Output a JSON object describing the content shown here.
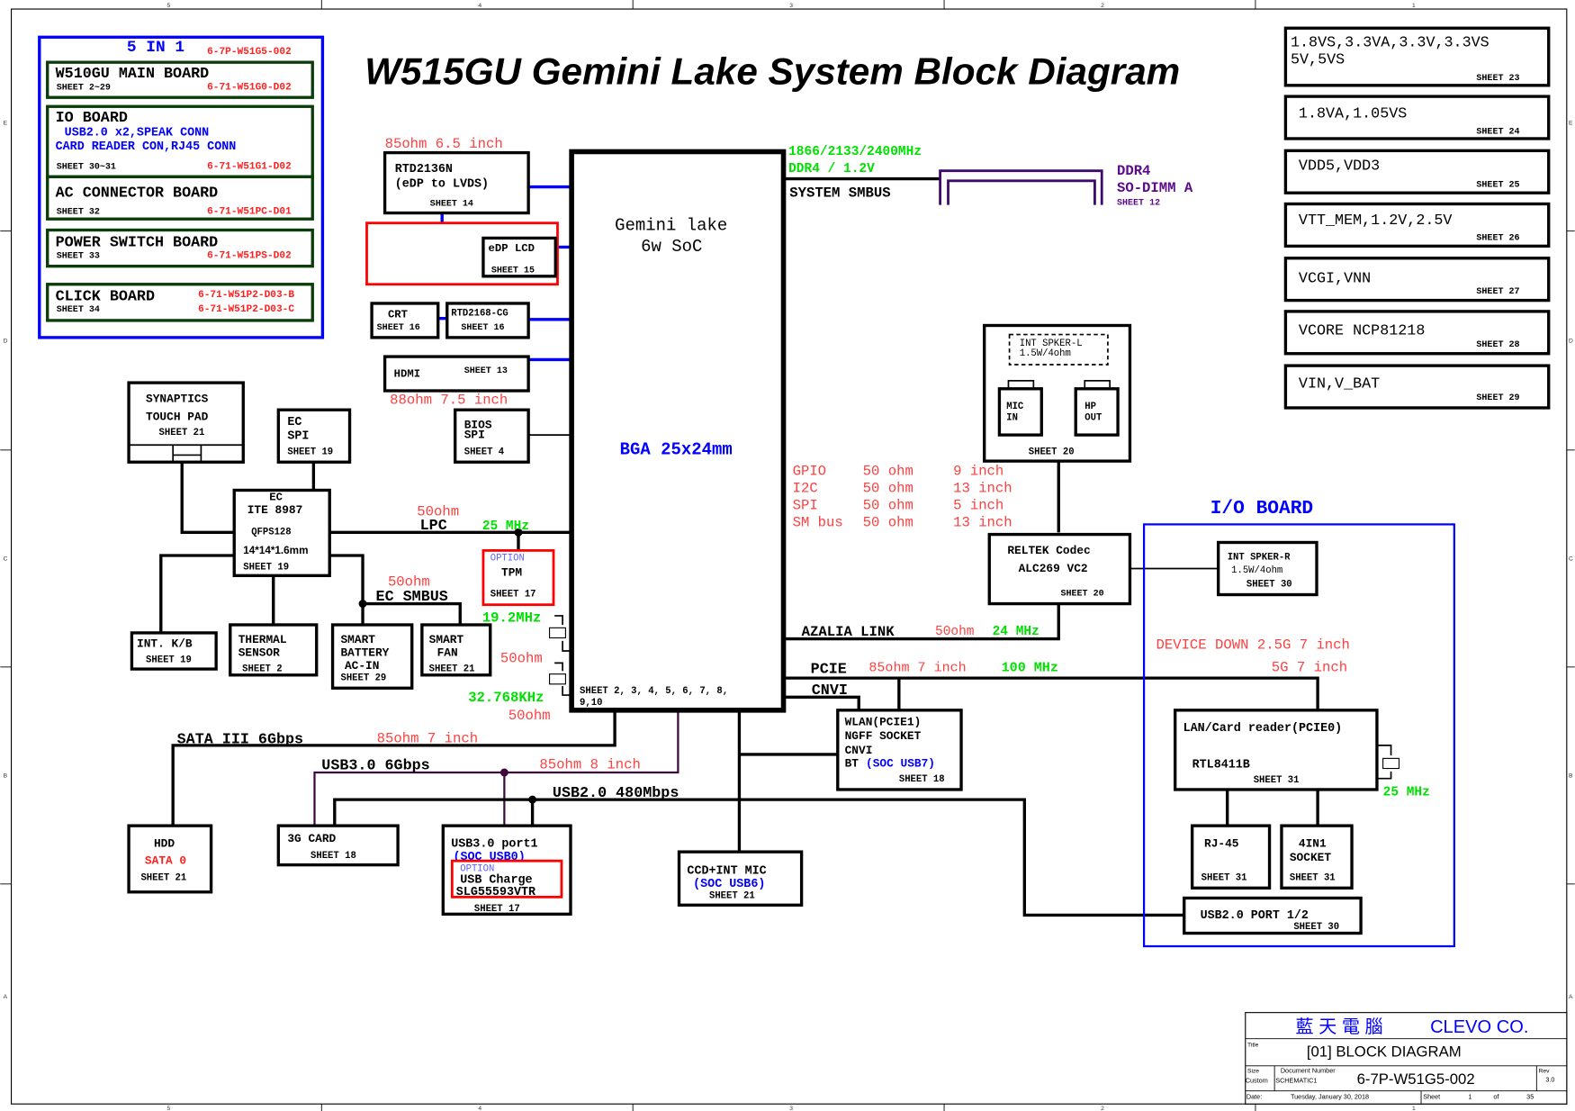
{
  "title": "W515GU Gemini Lake System Block Diagram",
  "frame": {
    "col_labels": [
      "5",
      "4",
      "3",
      "2",
      "1"
    ],
    "row_labels": [
      "E",
      "D",
      "C",
      "B",
      "A"
    ]
  },
  "five_in_one": {
    "heading": "5 IN 1",
    "part": "6-7P-W51G5-002",
    "boards": [
      {
        "name": "W510GU MAIN BOARD",
        "sheet": "SHEET 2~29",
        "part": "6-71-W51G0-D02"
      },
      {
        "name": "IO BOARD",
        "sub1": "USB2.0 x2,SPEAK CONN",
        "sub2": "CARD READER CON,RJ45 CONN",
        "sheet": "SHEET 30~31",
        "part": "6-71-W51G1-D02"
      },
      {
        "name": "AC CONNECTOR BOARD",
        "sheet": "SHEET 32",
        "part": "6-71-W51PC-D01"
      },
      {
        "name": "POWER SWITCH BOARD",
        "sheet": "SHEET 33",
        "part": "6-71-W51PS-D02"
      },
      {
        "name": "CLICK BOARD",
        "sheet": "SHEET 34",
        "part": "6-71-W51P2-D03-B",
        "part2": "6-71-W51P2-D03-C"
      }
    ]
  },
  "power": [
    {
      "label": "1.8VS,3.3VA,3.3V,3.3VS",
      "label2": "5V,5VS",
      "sheet": "SHEET 23"
    },
    {
      "label": "1.8VA,1.05VS",
      "sheet": "SHEET 24"
    },
    {
      "label": "VDD5,VDD3",
      "sheet": "SHEET 25"
    },
    {
      "label": "VTT_MEM,1.2V,2.5V",
      "sheet": "SHEET 26"
    },
    {
      "label": "VCGI,VNN",
      "sheet": "SHEET 27"
    },
    {
      "label": "VCORE NCP81218",
      "sheet": "SHEET 28"
    },
    {
      "label": "VIN,V_BAT",
      "sheet": "SHEET 29"
    }
  ],
  "soc": {
    "line1": "Gemini lake",
    "line2": "6w  SoC",
    "package": "BGA 25x24mm",
    "sheet1": "SHEET 2, 3, 4, 5, 6, 7, 8,",
    "sheet2": "9,10"
  },
  "display": {
    "rtd2136_imp": "85ohm 6.5 inch",
    "rtd2136_l1": "RTD2136N",
    "rtd2136_l2": "(eDP to LVDS)",
    "rtd2136_sheet": "SHEET 14",
    "edp_label": "eDP LCD",
    "edp_sheet": "SHEET 15",
    "crt_label": "CRT",
    "crt_sheet": "SHEET 16",
    "rtd2168_label": "RTD2168-CG",
    "rtd2168_sheet": "SHEET 16",
    "hdmi_label": "HDMI",
    "hdmi_sheet": "SHEET 13",
    "hdmi_imp": "88ohm  7.5 inch"
  },
  "memory": {
    "freq": "1866/2133/2400MHz",
    "type": "DDR4 / 1.2V",
    "smbus": "SYSTEM SMBUS",
    "dimm1": "DDR4",
    "dimm2": "SO-DIMM A",
    "dimm_sheet": "SHEET 12"
  },
  "audio": {
    "spk_l1": "INT SPKER-L",
    "spk_l2": "1.5W/4ohm",
    "mic1": "MIC",
    "mic2": "IN",
    "hp1": "HP",
    "hp2": "OUT",
    "jack_sheet": "SHEET 20",
    "codec1": "RELTEK Codec",
    "codec2": "ALC269 VC2",
    "codec_sheet": "SHEET 20",
    "azalia": "AZALIA LINK",
    "azalia_imp": "50ohm",
    "azalia_freq": "24 MHz"
  },
  "impedance_table": [
    {
      "bus": "GPIO",
      "imp": "50 ohm",
      "len": "9 inch"
    },
    {
      "bus": "I2C",
      "imp": "50 ohm",
      "len": "13 inch"
    },
    {
      "bus": "SPI",
      "imp": "50 ohm",
      "len": "5 inch"
    },
    {
      "bus": "SM bus",
      "imp": "50 ohm",
      "len": "13 inch"
    }
  ],
  "ec": {
    "tp1": "SYNAPTICS",
    "tp2": "TOUCH PAD",
    "tp_sheet": "SHEET 21",
    "ecspi1": "EC",
    "ecspi2": "SPI",
    "ecspi_sheet": "SHEET 19",
    "bios1": "BIOS",
    "bios2": "SPI",
    "bios_sheet": "SHEET 4",
    "ec1": "EC",
    "ec2": "ITE 8987",
    "ec3": "QFPS128",
    "ec4": "14*14*1.6mm",
    "ec_sheet": "SHEET 19",
    "lpc_imp": "50ohm",
    "lpc": "LPC",
    "lpc_freq": "25 MHz",
    "tpm_opt": "OPTION",
    "tpm": "TPM",
    "tpm_sheet": "SHEET 17",
    "xtal1": "19.2MHz",
    "xtal_imp1": "50ohm",
    "xtal2": "32.768KHz",
    "xtal_imp2": "50ohm",
    "smbus_imp": "50ohm",
    "smbus": "EC SMBUS",
    "kb1": "INT. K/B",
    "kb_sheet": "SHEET 19",
    "th1": "THERMAL",
    "th2": "SENSOR",
    "th_sheet": "SHEET 2",
    "bat1": "SMART",
    "bat2": "BATTERY",
    "bat3": "AC-IN",
    "bat_sheet": "SHEET 29",
    "fan1": "SMART",
    "fan2": "FAN",
    "fan_sheet": "SHEET 21"
  },
  "storage_usb": {
    "sata": "SATA III 6Gbps",
    "sata_imp": "85ohm  7 inch",
    "usb3": "USB3.0 6Gbps",
    "usb3_imp": "85ohm  8 inch",
    "usb2": "USB2.0 480Mbps",
    "hdd1": "HDD",
    "hdd2": "SATA 0",
    "hdd_sheet": "SHEET 21",
    "card3g": "3G CARD",
    "card3g_sheet": "SHEET 18",
    "usb3p1": "USB3.0 port1",
    "usb3p2": "(SOC USB0)",
    "chg_opt": "OPTION",
    "chg1": "USB Charge",
    "chg2": "SLG55593VTR",
    "usb3p_sheet": "SHEET 17",
    "ccd1": "CCD+INT MIC",
    "ccd2": "(SOC USB6)",
    "ccd_sheet": "SHEET 21"
  },
  "pcie": {
    "pcie": "PCIE",
    "pcie_imp": "85ohm 7 inch",
    "pcie_freq": "100 MHz",
    "cnvi": "CNVI",
    "wlan1": "WLAN(PCIE1)",
    "wlan2": "NGFF SOCKET",
    "wlan3": "CNVI",
    "wlan4a": "BT",
    "wlan4b": "(SOC USB7)",
    "wlan_sheet": "SHEET 18"
  },
  "io_board": {
    "title": "I/O BOARD",
    "spkr1": "INT SPKER-R",
    "spkr2": "1.5W/4ohm",
    "spkr_sheet": "SHEET 30",
    "dd1": "DEVICE DOWN 2.5G 7 inch",
    "dd2": "5G    7 inch",
    "lan1": "LAN/Card reader(PCIE0)",
    "lan2": "RTL8411B",
    "lan_sheet": "SHEET 31",
    "lan_xtal": "25 MHz",
    "rj1": "RJ-45",
    "rj_sheet": "SHEET 31",
    "sock1": "4IN1",
    "sock2": "SOCKET",
    "sock_sheet": "SHEET 31",
    "usbport": "USB2.0 PORT 1/2",
    "usbport_sheet": "SHEET 30"
  },
  "title_block": {
    "company_cn": "藍 天 電 腦",
    "company_en": "CLEVO CO.",
    "title_label": "Title",
    "title": "[01] BLOCK DIAGRAM",
    "size_label": "Size",
    "size": "Custom",
    "docnum_label": "Document Number",
    "docnum_sub": "SCHEMATIC1",
    "docnum": "6-7P-W51G5-002",
    "rev_label": "Rev",
    "rev": "3.0",
    "date_label": "Date:",
    "date": "Tuesday, January 30, 2018",
    "sheet_label": "Sheet",
    "sheet": "1",
    "of_label": "of",
    "of": "35"
  }
}
